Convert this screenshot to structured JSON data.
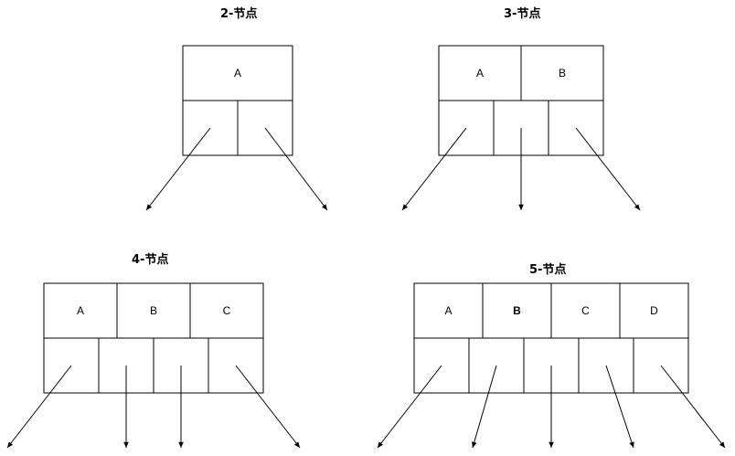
{
  "nodes": [
    {
      "title": "2-节点",
      "keys": [
        "A"
      ],
      "bold_keys": []
    },
    {
      "title": "3-节点",
      "keys": [
        "A",
        "B"
      ],
      "bold_keys": []
    },
    {
      "title": "4-节点",
      "keys": [
        "A",
        "B",
        "C"
      ],
      "bold_keys": []
    },
    {
      "title": "5-节点",
      "keys": [
        "A",
        "B",
        "C",
        "D"
      ],
      "bold_keys": [
        1
      ]
    }
  ],
  "colors": {
    "stroke": "#000000",
    "fill": "#ffffff",
    "text": "#000000"
  }
}
